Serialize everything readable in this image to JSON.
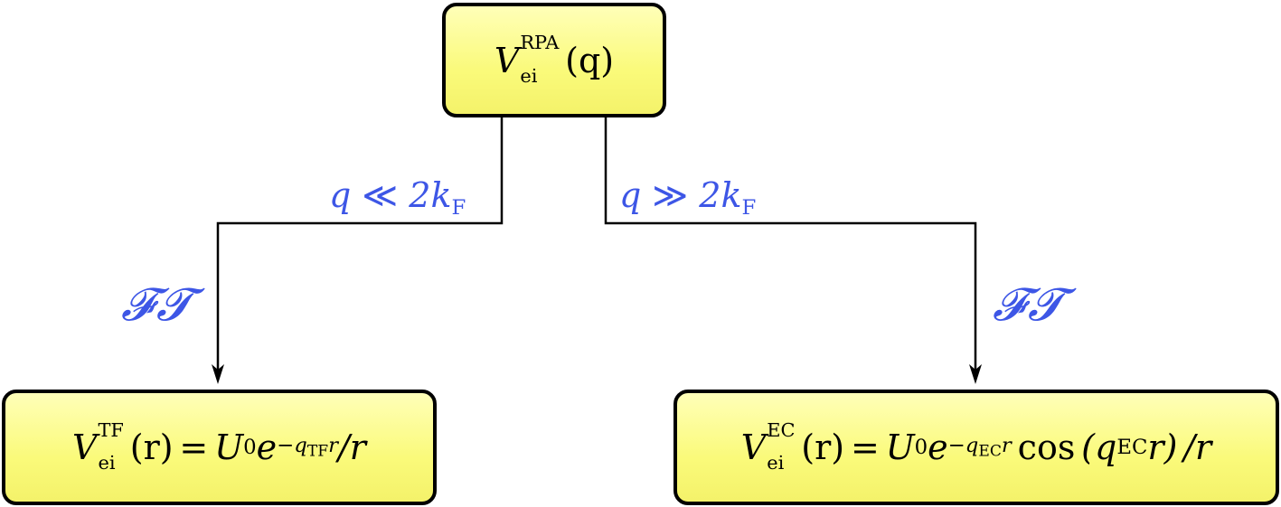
{
  "nodes": {
    "top": {
      "symbol": "V",
      "superscript": "RPA",
      "subscript": "ei",
      "argument": "(q)"
    },
    "left": {
      "symbol": "V",
      "superscript": "TF",
      "subscript": "ei",
      "argument": "(r)",
      "equals": "=",
      "rhs_base": "U",
      "rhs_base_sub": "0",
      "exp_base": "e",
      "exp_sign": "−q",
      "exp_sub": "TF",
      "exp_var": "r",
      "tail": "/r"
    },
    "right": {
      "symbol": "V",
      "superscript": "EC",
      "subscript": "ei",
      "argument": "(r)",
      "equals": "=",
      "rhs_base": "U",
      "rhs_base_sub": "0",
      "exp_base": "e",
      "exp_sign": "−q",
      "exp_sub": "EC",
      "exp_var": "r",
      "func": "cos",
      "func_open": "(q",
      "func_sub": "EC",
      "func_close": "r)",
      "tail": "/r"
    }
  },
  "edges": {
    "left": {
      "condition_var": "q",
      "condition_rel": "≪",
      "condition_coef": "2k",
      "condition_sub": "F",
      "transform": "𝓕𝓣"
    },
    "right": {
      "condition_var": "q",
      "condition_rel": "≫",
      "condition_coef": "2k",
      "condition_sub": "F",
      "transform": "𝓕𝓣"
    }
  },
  "colors": {
    "label": "#3d56e6",
    "box_top": "#ffffb8",
    "box_bottom": "#f4f26a",
    "stroke": "#000000"
  }
}
